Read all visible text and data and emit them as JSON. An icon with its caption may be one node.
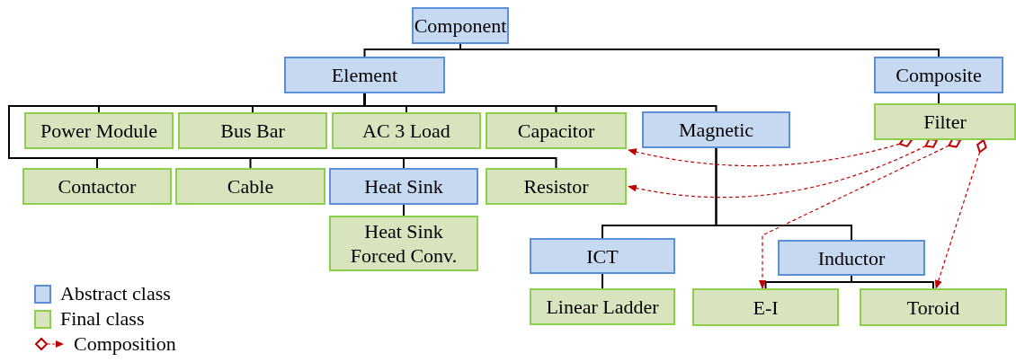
{
  "diagram": {
    "nodes": [
      {
        "text": [
          "Component"
        ]
      },
      {
        "text": [
          "Element"
        ]
      },
      {
        "text": [
          "Composite"
        ]
      },
      {
        "text": [
          "Power Module"
        ]
      },
      {
        "text": [
          "Bus Bar"
        ]
      },
      {
        "text": [
          "AC 3 Load"
        ]
      },
      {
        "text": [
          "Capacitor"
        ]
      },
      {
        "text": [
          "Magnetic"
        ]
      },
      {
        "text": [
          "Filter"
        ]
      },
      {
        "text": [
          "Contactor"
        ]
      },
      {
        "text": [
          "Cable"
        ]
      },
      {
        "text": [
          "Heat Sink"
        ]
      },
      {
        "text": [
          "Resistor"
        ]
      },
      {
        "text": [
          "Heat Sink Forced Conv."
        ]
      },
      {
        "text": [
          "ICT"
        ]
      },
      {
        "text": [
          "Inductor"
        ]
      },
      {
        "text": [
          "Linear Ladder"
        ]
      },
      {
        "text": [
          "E-I"
        ]
      },
      {
        "text": [
          "Toroid"
        ]
      }
    ],
    "edges": [
      {
        "from": 0,
        "to": 1,
        "arrow": "none"
      },
      {
        "from": 0,
        "to": 2,
        "arrow": "none"
      },
      {
        "from": 2,
        "to": 8,
        "arrow": "none"
      },
      {
        "from": 1,
        "to": 3,
        "arrow": "none"
      },
      {
        "from": 1,
        "to": 4,
        "arrow": "none"
      },
      {
        "from": 1,
        "to": 5,
        "arrow": "none"
      },
      {
        "from": 1,
        "to": 6,
        "arrow": "none"
      },
      {
        "from": 1,
        "to": 7,
        "arrow": "none"
      },
      {
        "from": 1,
        "to": 9,
        "arrow": "none"
      },
      {
        "from": 1,
        "to": 10,
        "arrow": "none"
      },
      {
        "from": 1,
        "to": 11,
        "arrow": "none"
      },
      {
        "from": 1,
        "to": 12,
        "arrow": "none"
      },
      {
        "from": 11,
        "to": 13,
        "arrow": "none"
      },
      {
        "from": 7,
        "to": 14,
        "arrow": "none"
      },
      {
        "from": 7,
        "to": 15,
        "arrow": "none"
      },
      {
        "from": 14,
        "to": 16,
        "arrow": "none"
      },
      {
        "from": 15,
        "to": 17,
        "arrow": "none"
      },
      {
        "from": 15,
        "to": 18,
        "arrow": "none"
      },
      {
        "from": 8,
        "to": 6,
        "arrow": "to",
        "style": "dashed",
        "color": "#c00000"
      },
      {
        "from": 8,
        "to": 12,
        "arrow": "to",
        "style": "dashed",
        "color": "#c00000"
      },
      {
        "from": 8,
        "to": 17,
        "arrow": "to",
        "style": "dashed",
        "color": "#c00000"
      },
      {
        "from": 8,
        "to": 18,
        "arrow": "to",
        "style": "dashed",
        "color": "#c00000"
      }
    ],
    "legend": [
      {
        "text": "Abstract class",
        "color": "#c6d9f1"
      },
      {
        "text": "Final class",
        "color": "#d7e4bd"
      },
      {
        "text": "Composition"
      }
    ]
  }
}
